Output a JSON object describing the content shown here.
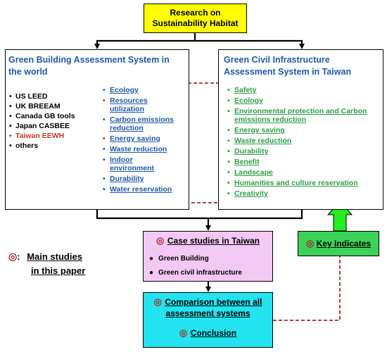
{
  "top": {
    "title_line1": "Research on",
    "title_line2": "Sustainability Habitat"
  },
  "left": {
    "title_line1": "Green Building Assessment System in",
    "title_line2": "the world",
    "systems": [
      {
        "label": "US LEED",
        "color": "#000000"
      },
      {
        "label": "UK BREEAM",
        "color": "#000000"
      },
      {
        "label": "Canada GB tools",
        "color": "#000000"
      },
      {
        "label": "Japan CASBEE",
        "color": "#000000"
      },
      {
        "label": "Taiwan EEWH",
        "color": "#c0392b"
      },
      {
        "label": "others",
        "color": "#000000"
      }
    ],
    "criteria": [
      [
        "Ecology"
      ],
      [
        "Resources",
        "utilization"
      ],
      [
        "Carbon emissions",
        "reduction"
      ],
      [
        "Energy saving"
      ],
      [
        "Waste reduction"
      ],
      [
        "Indoor",
        "environment"
      ],
      [
        "Durability"
      ],
      [
        "Water reservation"
      ]
    ]
  },
  "right": {
    "title_line1": "Green Civil Infrastructure",
    "title_line2": "Assessment System in Taiwan",
    "criteria": [
      [
        "Safety"
      ],
      [
        "Ecology"
      ],
      [
        "Environmental protection and Carbon",
        "emissions reduction"
      ],
      [
        "Energy saving"
      ],
      [
        "Waste reduction"
      ],
      [
        "Durability"
      ],
      [
        "Benefit"
      ],
      [
        "Landscape"
      ],
      [
        "Humanities and culture reservation"
      ],
      [
        "Creativity"
      ]
    ]
  },
  "legend": {
    "symbol": "◎",
    "line1": "Main studies",
    "line2": "in this paper",
    "colon": ":"
  },
  "case": {
    "symbol": "◎",
    "title": "Case studies in Taiwan",
    "items": [
      "Green Building",
      "Green civil infrastructure"
    ]
  },
  "key": {
    "symbol": "◎",
    "label": "Key Indicates"
  },
  "comparison": {
    "symbol": "◎",
    "title_line1": "Comparison between all",
    "title_line2": "assessment systems",
    "conclusion": "Conclusion"
  },
  "colors": {
    "yellow": "#ffff00",
    "pink": "#f4c8f4",
    "green": "#3cd25a",
    "cyan": "#22e3ef",
    "blue_text": "#1f5aa6",
    "green_text": "#2e9e47",
    "dashed": "#a52a2a",
    "arrow_green": "#22ee22"
  }
}
